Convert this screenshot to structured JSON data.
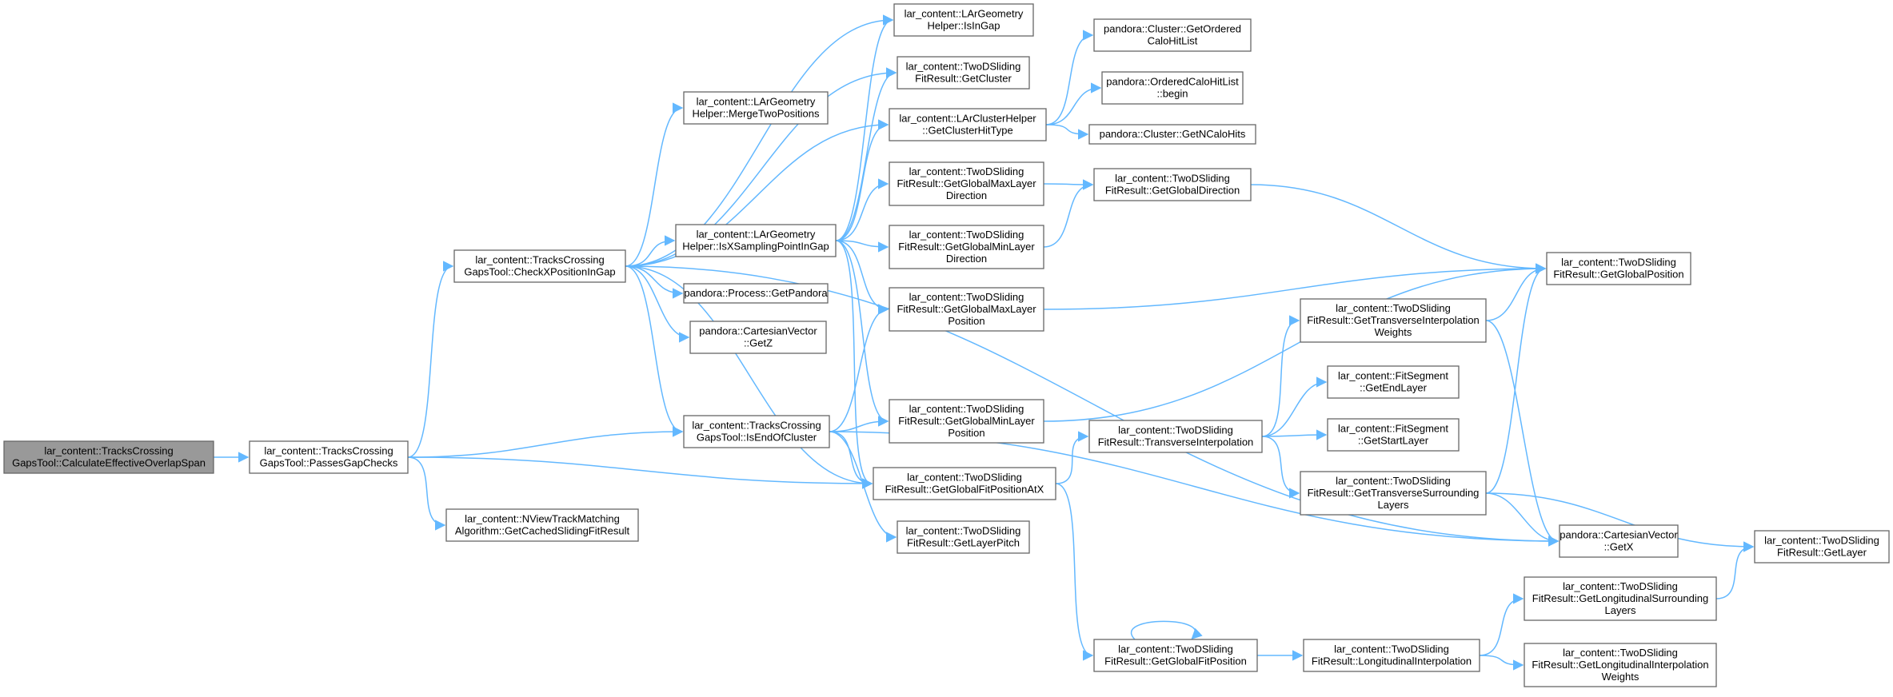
{
  "edge_color": "#63b8ff",
  "root_fill": "#999999",
  "node_fill": "#ffffff",
  "node_border": "#666666",
  "nodes": [
    {
      "id": "calc",
      "lines": [
        "lar_content::TracksCrossing",
        "GapsTool::CalculateEffectiveOverlapSpan"
      ],
      "root": true
    },
    {
      "id": "passes",
      "lines": [
        "lar_content::TracksCrossing",
        "GapsTool::PassesGapChecks"
      ]
    },
    {
      "id": "checkx",
      "lines": [
        "lar_content::TracksCrossing",
        "GapsTool::CheckXPositionInGap"
      ]
    },
    {
      "id": "nview",
      "lines": [
        "lar_content::NViewTrackMatching",
        "Algorithm::GetCachedSlidingFitResult"
      ]
    },
    {
      "id": "merge",
      "lines": [
        "lar_content::LArGeometry",
        "Helper::MergeTwoPositions"
      ]
    },
    {
      "id": "isx",
      "lines": [
        "lar_content::LArGeometry",
        "Helper::IsXSamplingPointInGap"
      ]
    },
    {
      "id": "getpandora",
      "lines": [
        "pandora::Process::GetPandora"
      ]
    },
    {
      "id": "getz",
      "lines": [
        "pandora::CartesianVector",
        "::GetZ"
      ]
    },
    {
      "id": "isend",
      "lines": [
        "lar_content::TracksCrossing",
        "GapsTool::IsEndOfCluster"
      ]
    },
    {
      "id": "isingap",
      "lines": [
        "lar_content::LArGeometry",
        "Helper::IsInGap"
      ]
    },
    {
      "id": "getcluster",
      "lines": [
        "lar_content::TwoDSliding",
        "FitResult::GetCluster"
      ]
    },
    {
      "id": "clusterhittype",
      "lines": [
        "lar_content::LArClusterHelper",
        "::GetClusterHitType"
      ]
    },
    {
      "id": "maxdir",
      "lines": [
        "lar_content::TwoDSliding",
        "FitResult::GetGlobalMaxLayer",
        "Direction"
      ]
    },
    {
      "id": "mindir",
      "lines": [
        "lar_content::TwoDSliding",
        "FitResult::GetGlobalMinLayer",
        "Direction"
      ]
    },
    {
      "id": "maxpos",
      "lines": [
        "lar_content::TwoDSliding",
        "FitResult::GetGlobalMaxLayer",
        "Position"
      ]
    },
    {
      "id": "minpos",
      "lines": [
        "lar_content::TwoDSliding",
        "FitResult::GetGlobalMinLayer",
        "Position"
      ]
    },
    {
      "id": "fitposx",
      "lines": [
        "lar_content::TwoDSliding",
        "FitResult::GetGlobalFitPositionAtX"
      ]
    },
    {
      "id": "layerpitch",
      "lines": [
        "lar_content::TwoDSliding",
        "FitResult::GetLayerPitch"
      ]
    },
    {
      "id": "orderedcalo",
      "lines": [
        "pandora::Cluster::GetOrdered",
        "CaloHitList"
      ]
    },
    {
      "id": "begin",
      "lines": [
        "pandora::OrderedCaloHitList",
        "::begin"
      ]
    },
    {
      "id": "ncalohits",
      "lines": [
        "pandora::Cluster::GetNCaloHits"
      ]
    },
    {
      "id": "globaldir",
      "lines": [
        "lar_content::TwoDSliding",
        "FitResult::GetGlobalDirection"
      ]
    },
    {
      "id": "transinterp",
      "lines": [
        "lar_content::TwoDSliding",
        "FitResult::TransverseInterpolation"
      ]
    },
    {
      "id": "globalfitpos",
      "lines": [
        "lar_content::TwoDSliding",
        "FitResult::GetGlobalFitPosition"
      ]
    },
    {
      "id": "longinterp",
      "lines": [
        "lar_content::TwoDSliding",
        "FitResult::LongitudinalInterpolation"
      ]
    },
    {
      "id": "transweights",
      "lines": [
        "lar_content::TwoDSliding",
        "FitResult::GetTransverseInterpolation",
        "Weights"
      ]
    },
    {
      "id": "endlayer",
      "lines": [
        "lar_content::FitSegment",
        "::GetEndLayer"
      ]
    },
    {
      "id": "startlayer",
      "lines": [
        "lar_content::FitSegment",
        "::GetStartLayer"
      ]
    },
    {
      "id": "transsurr",
      "lines": [
        "lar_content::TwoDSliding",
        "FitResult::GetTransverseSurrounding",
        "Layers"
      ]
    },
    {
      "id": "longsurr",
      "lines": [
        "lar_content::TwoDSliding",
        "FitResult::GetLongitudinalSurrounding",
        "Layers"
      ]
    },
    {
      "id": "longweights",
      "lines": [
        "lar_content::TwoDSliding",
        "FitResult::GetLongitudinalInterpolation",
        "Weights"
      ]
    },
    {
      "id": "globalpos",
      "lines": [
        "lar_content::TwoDSliding",
        "FitResult::GetGlobalPosition"
      ]
    },
    {
      "id": "getx",
      "lines": [
        "pandora::CartesianVector",
        "::GetX"
      ]
    },
    {
      "id": "getlayer",
      "lines": [
        "lar_content::TwoDSliding",
        "FitResult::GetLayer"
      ]
    }
  ],
  "edges": [
    [
      "calc",
      "passes"
    ],
    [
      "passes",
      "checkx"
    ],
    [
      "passes",
      "isend"
    ],
    [
      "passes",
      "nview"
    ],
    [
      "passes",
      "fitposx"
    ],
    [
      "checkx",
      "isingap"
    ],
    [
      "checkx",
      "getcluster"
    ],
    [
      "checkx",
      "merge"
    ],
    [
      "checkx",
      "clusterhittype"
    ],
    [
      "checkx",
      "isx"
    ],
    [
      "checkx",
      "getpandora"
    ],
    [
      "checkx",
      "getz"
    ],
    [
      "checkx",
      "isend"
    ],
    [
      "checkx",
      "fitposx"
    ],
    [
      "checkx",
      "getx"
    ],
    [
      "isx",
      "isingap"
    ],
    [
      "isx",
      "getcluster"
    ],
    [
      "isx",
      "clusterhittype"
    ],
    [
      "isx",
      "maxdir"
    ],
    [
      "isx",
      "mindir"
    ],
    [
      "isx",
      "maxpos"
    ],
    [
      "isx",
      "minpos"
    ],
    [
      "isx",
      "fitposx"
    ],
    [
      "isend",
      "maxpos"
    ],
    [
      "isend",
      "minpos"
    ],
    [
      "isend",
      "fitposx"
    ],
    [
      "isend",
      "layerpitch"
    ],
    [
      "isend",
      "getx"
    ],
    [
      "clusterhittype",
      "orderedcalo"
    ],
    [
      "clusterhittype",
      "begin"
    ],
    [
      "clusterhittype",
      "ncalohits"
    ],
    [
      "maxdir",
      "globaldir"
    ],
    [
      "mindir",
      "globaldir"
    ],
    [
      "globaldir",
      "globalpos"
    ],
    [
      "maxpos",
      "globalpos"
    ],
    [
      "minpos",
      "globalpos"
    ],
    [
      "fitposx",
      "transinterp"
    ],
    [
      "fitposx",
      "globalfitpos"
    ],
    [
      "transinterp",
      "transweights"
    ],
    [
      "transinterp",
      "endlayer"
    ],
    [
      "transinterp",
      "startlayer"
    ],
    [
      "transinterp",
      "transsurr"
    ],
    [
      "transweights",
      "globalpos"
    ],
    [
      "transweights",
      "getx"
    ],
    [
      "transsurr",
      "globalpos"
    ],
    [
      "transsurr",
      "getx"
    ],
    [
      "transsurr",
      "getlayer"
    ],
    [
      "globalfitpos",
      "globalfitpos"
    ],
    [
      "globalfitpos",
      "longinterp"
    ],
    [
      "longinterp",
      "longsurr"
    ],
    [
      "longinterp",
      "longweights"
    ],
    [
      "longsurr",
      "getlayer"
    ]
  ]
}
